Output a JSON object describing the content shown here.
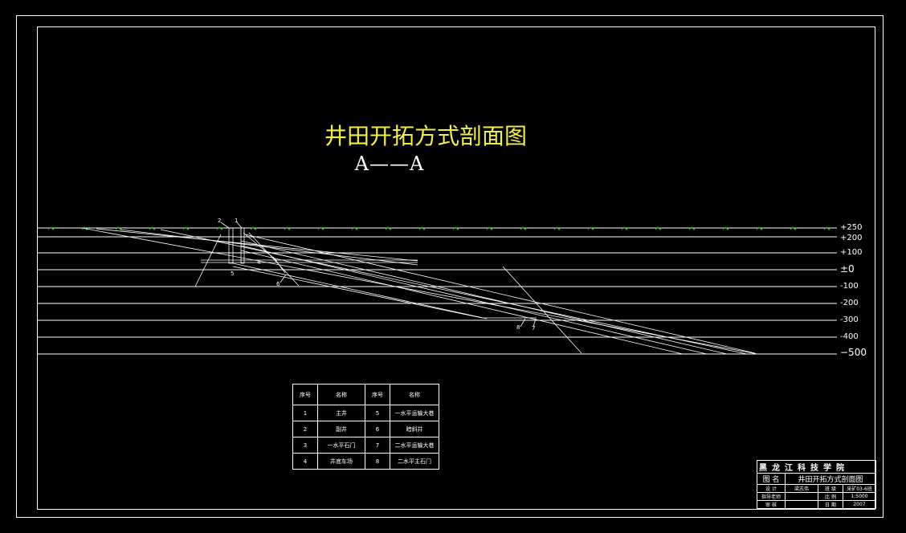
{
  "drawing": {
    "title": "井田开拓方式剖面图",
    "section": "A——A",
    "levels": [
      "+250",
      "+200",
      "+100",
      "±0",
      "-100",
      "-200",
      "-300",
      "-400",
      "−500"
    ],
    "point_labels": {
      "p1": "1",
      "p2": "2",
      "p4": "4",
      "p5": "5",
      "p6": "6",
      "p7": "7",
      "p8": "8"
    }
  },
  "legend": {
    "headers": [
      "序号",
      "名称",
      "序号",
      "名称"
    ],
    "rows": [
      [
        "1",
        "主井",
        "5",
        "一水平运输大巷"
      ],
      [
        "2",
        "副井",
        "6",
        "暗斜井"
      ],
      [
        "3",
        "一水平石门",
        "7",
        "二水平运输大巷"
      ],
      [
        "4",
        "井底车场",
        "8",
        "二水平主石门"
      ]
    ]
  },
  "title_block": {
    "school": "黑龙江科技学院",
    "name_label": "图 名",
    "drawing_name": "井田开拓方式剖面图",
    "design_label": "设 计",
    "designer": "梁志伟",
    "class_label": "班 级",
    "class_value": "采矿03-6班",
    "advisor_label": "指导老师",
    "advisor": "",
    "scale_label": "比 例",
    "scale_value": "1:5000",
    "review_label": "审 核",
    "reviewer": "",
    "date_label": "日 期",
    "date_value": "2007"
  },
  "colors": {
    "background": "#000000",
    "lines": "#ffffff",
    "title": "#f2ee4a",
    "ground_marks": "#2fb52f"
  }
}
